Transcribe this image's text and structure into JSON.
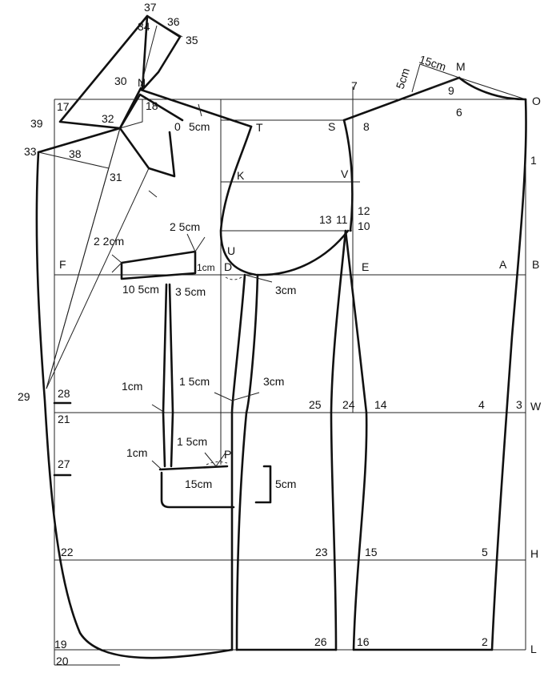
{
  "diagram": {
    "points": {
      "p37": "37",
      "p36": "36",
      "p34": "34",
      "p35": "35",
      "p30": "30",
      "pN": "N",
      "p17": "17",
      "p18": "18",
      "p39": "39",
      "p32": "32",
      "p0": "0",
      "p33": "33",
      "p38": "38",
      "p31": "31",
      "pT": "T",
      "pK": "K",
      "pS": "S",
      "p8": "8",
      "pV": "V",
      "p7": "7",
      "pM": "M",
      "p9": "9",
      "p6": "6",
      "pO": "O",
      "p1": "1",
      "p12": "12",
      "p13": "13",
      "p11": "11",
      "p10": "10",
      "pU": "U",
      "pD": "D",
      "pF": "F",
      "pE": "E",
      "pA": "A",
      "pB": "B",
      "p29": "29",
      "p28": "28",
      "p21": "21",
      "p25": "25",
      "p24": "24",
      "p14": "14",
      "p4": "4",
      "p3": "3",
      "pW": "W",
      "pP": "P",
      "p27": "27",
      "p22": "22",
      "p23": "23",
      "p15": "15",
      "p5": "5",
      "pH": "H",
      "p19": "19",
      "p26": "26",
      "p16": "16",
      "p2": "2",
      "pL": "L",
      "p20": "20"
    },
    "measurements": {
      "m15cm_shoulder": "15cm",
      "m5cm_shoulder": "5cm",
      "m5cm_neck": "5cm",
      "m2_5cm_flap": "2 5cm",
      "m2_2cm": "2 2cm",
      "m1cm_flap": "1cm",
      "m10_5cm": "10 5cm",
      "m3_5cm": "3 5cm",
      "m3cm_side": "3cm",
      "m1cm_dart": "1cm",
      "m1_5cm_waist": "1 5cm",
      "m3cm_waist": "3cm",
      "m1cm_pocket": "1cm",
      "m1_5cm_pocket": "1 5cm",
      "m15cm_pocket": "15cm",
      "m5cm_pocket": "5cm"
    }
  }
}
